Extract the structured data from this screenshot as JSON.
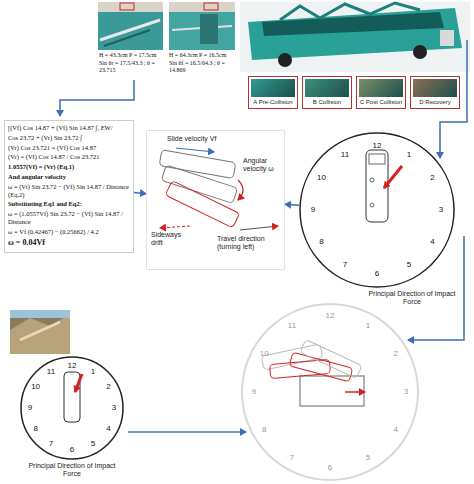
{
  "diagram": {
    "nodes": [
      {
        "text": [
          "A Pre-Collision"
        ]
      },
      {
        "text": [
          "B Collision"
        ]
      },
      {
        "text": [
          "C Post Collision"
        ]
      },
      {
        "text": [
          "D Recovery"
        ]
      },
      {
        "text": [
          "[(Vf) Cos 14.87 + (Vf) Sin 14.87 ∫, EW/",
          "Cos 23.72 + (Vr) Sin 23.72 ∫",
          "(Vr) Cos 23.721 = (Vf) Cos 14.87",
          "(Vr) = (Vf) Cos 14.87 / Cos 23.721",
          "1.0557(Vf) = (Vr) (Eq.1)",
          "And angular velocity",
          "ω = (Vr) Sin 23.72 − (Vf) Sin 14.87 / Distance (Eq.2)",
          "Substituting Eq1 and Eq2:",
          "ω = (1.0557Vf) Sin 23.72 − (Vf) Sin 14.87 / Distance",
          "ω = Vf (0.42467) − (0.25662) / 4.2",
          "ω = 0.04Vf"
        ]
      },
      {
        "text": [
          "Slide velocity Vf",
          "Angular velocity ω",
          "Sideways drift",
          "Travel direction (turning left)"
        ]
      },
      {
        "text": [
          "Principal Direction of Impact Force"
        ]
      },
      {
        "text": [
          "Principal Direction of Impact Force"
        ]
      }
    ],
    "edges": [
      {
        "from": 4,
        "to": 5,
        "arrow": "to"
      },
      {
        "from": 6,
        "to": 5,
        "arrow": "to"
      }
    ],
    "labels": [
      "H = 43.3cm P = 17.5cm",
      "Sin θr = 17.5/43.3 ; θ = 23.715",
      "H = 64.3cm P = 16.5cm",
      "Sin θf = 16.5/64.3 ; θ = 14.869",
      "12",
      "1",
      "2",
      "3",
      "4",
      "5",
      "6",
      "7",
      "8",
      "9",
      "10",
      "11",
      "12",
      "1",
      "2",
      "3",
      "4",
      "5",
      "6",
      "7",
      "8",
      "9",
      "10",
      "11",
      "12",
      "1",
      "2",
      "3",
      "4",
      "5",
      "6",
      "7",
      "8",
      "9",
      "10",
      "11"
    ]
  }
}
